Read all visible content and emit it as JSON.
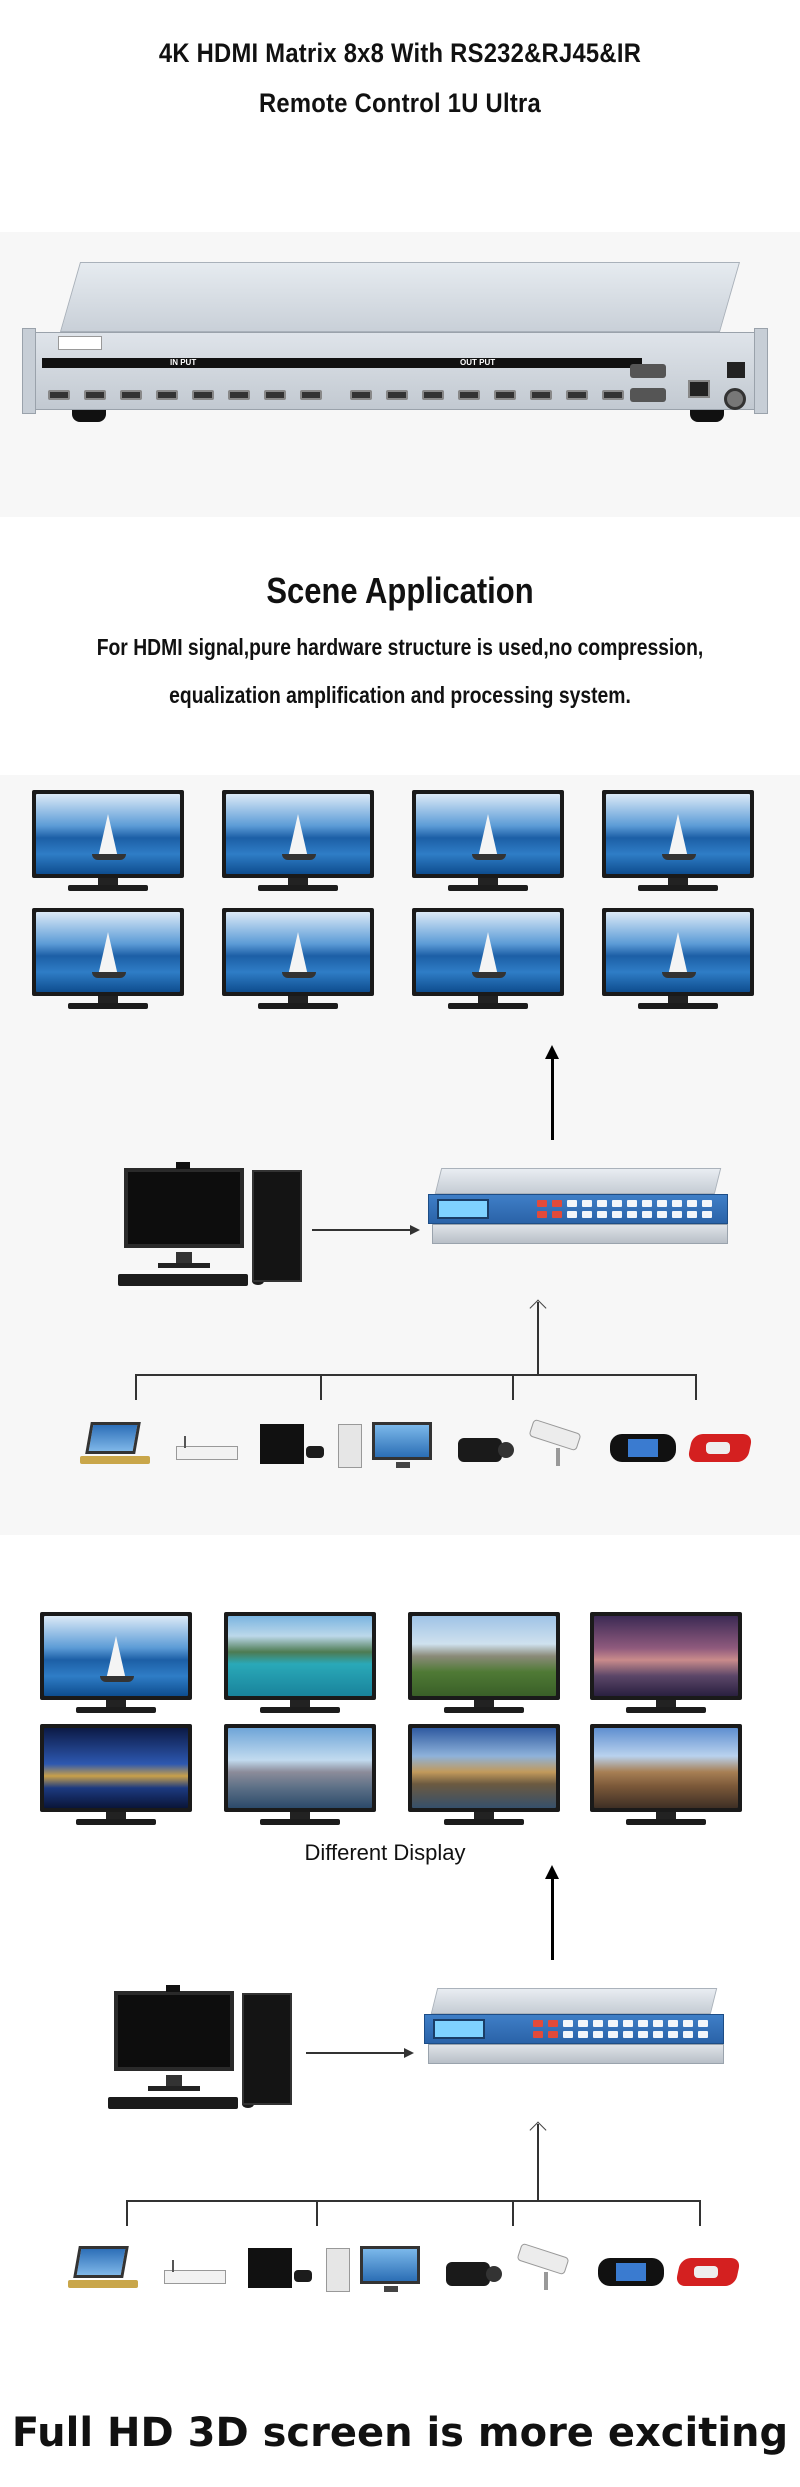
{
  "header": {
    "title_line1": "4K HDMI Matrix 8x8 With RS232&RJ45&IR",
    "title_line2": "Remote Control 1U Ultra"
  },
  "product_panel": {
    "input_label": "IN PUT",
    "output_label": "OUT PUT"
  },
  "scene": {
    "heading": "Scene Application",
    "desc_line1": "For HDMI signal,pure hardware structure is used,no compression,",
    "desc_line2": "equalization amplification and processing system."
  },
  "diagram2": {
    "caption": "Different Display"
  },
  "footer": {
    "tagline": "Full HD 3D screen is more exciting"
  },
  "colors": {
    "device_blue": "#2a63a8",
    "arrow": "#000000"
  }
}
